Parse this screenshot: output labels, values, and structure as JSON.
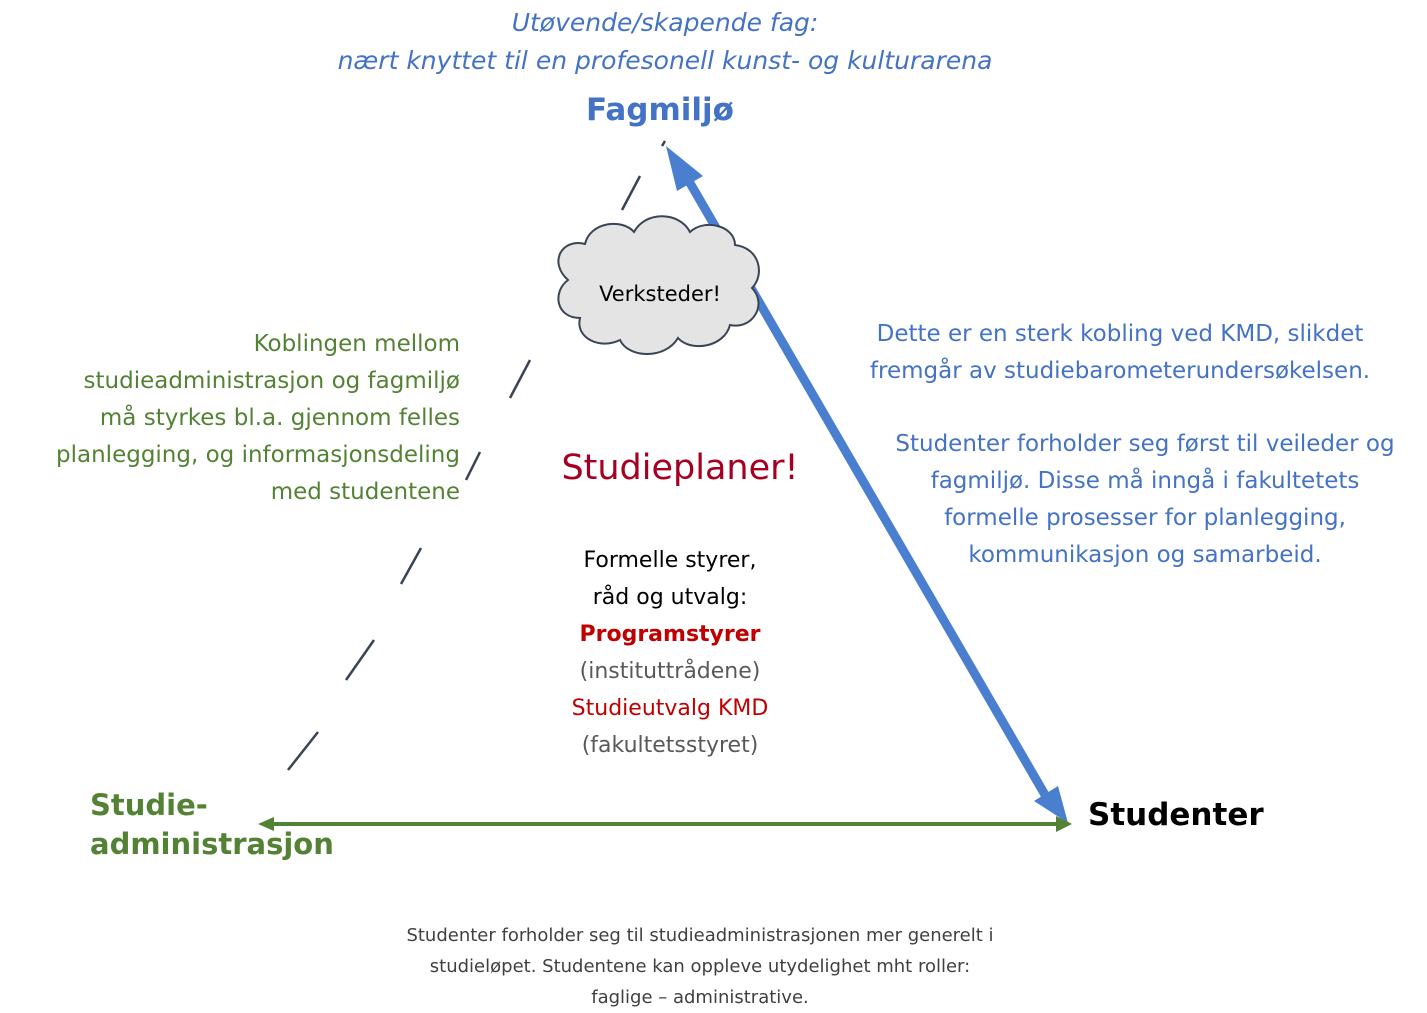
{
  "colors": {
    "blue": "#4a7fd0",
    "blue_text": "#4472c4",
    "green": "#548235",
    "red": "#c00000",
    "dark_red": "#a50021",
    "gray": "#595959",
    "black": "#000000",
    "cloud_fill": "#e4e4e4",
    "cloud_stroke": "#3a4455"
  },
  "header": {
    "subtitle_line1": "Utøvende/skapende fag:",
    "subtitle_line2": "nært knyttet til en profesonell kunst- og kulturarena"
  },
  "nodes": {
    "fagmiljo": "Fagmiljø",
    "studieadmin_line1": "Studie-",
    "studieadmin_line2": "administrasjon",
    "studenter": "Studenter"
  },
  "cloud": {
    "label": "Verksteder!",
    "icon": "cloud-icon"
  },
  "left_text": {
    "lines": [
      "Koblingen mellom",
      "studieadministrasjon og fagmiljø",
      "må styrkes bl.a. gjennom felles",
      "planlegging, og informasjonsdeling",
      "med studentene"
    ]
  },
  "right_text": {
    "block1": [
      "Dette er en sterk kobling ved KMD, slikdet",
      "fremgår av  studiebarometerundersøkelsen."
    ],
    "block2": [
      "Studenter forholder seg først til veileder og",
      "fagmiljø. Disse må inngå i fakultetets",
      "formelle prosesser for planlegging,",
      "kommunikasjon og samarbeid."
    ]
  },
  "center": {
    "studieplaner": "Studieplaner!",
    "formelle_line1": "Formelle styrer,",
    "formelle_line2": "råd og utvalg:",
    "programstyrer": "Programstyrer",
    "instituttradene": "(instituttrådene)",
    "studieutvalg": "Studieutvalg KMD",
    "fakultetsstyret": "(fakultetsstyret)"
  },
  "bottom_text": {
    "lines": [
      "Studenter forholder seg til studieadministrasjonen mer generelt i",
      "studieløpet. Studentene kan oppleve utydelighet mht roller:",
      "faglige – administrative."
    ]
  }
}
